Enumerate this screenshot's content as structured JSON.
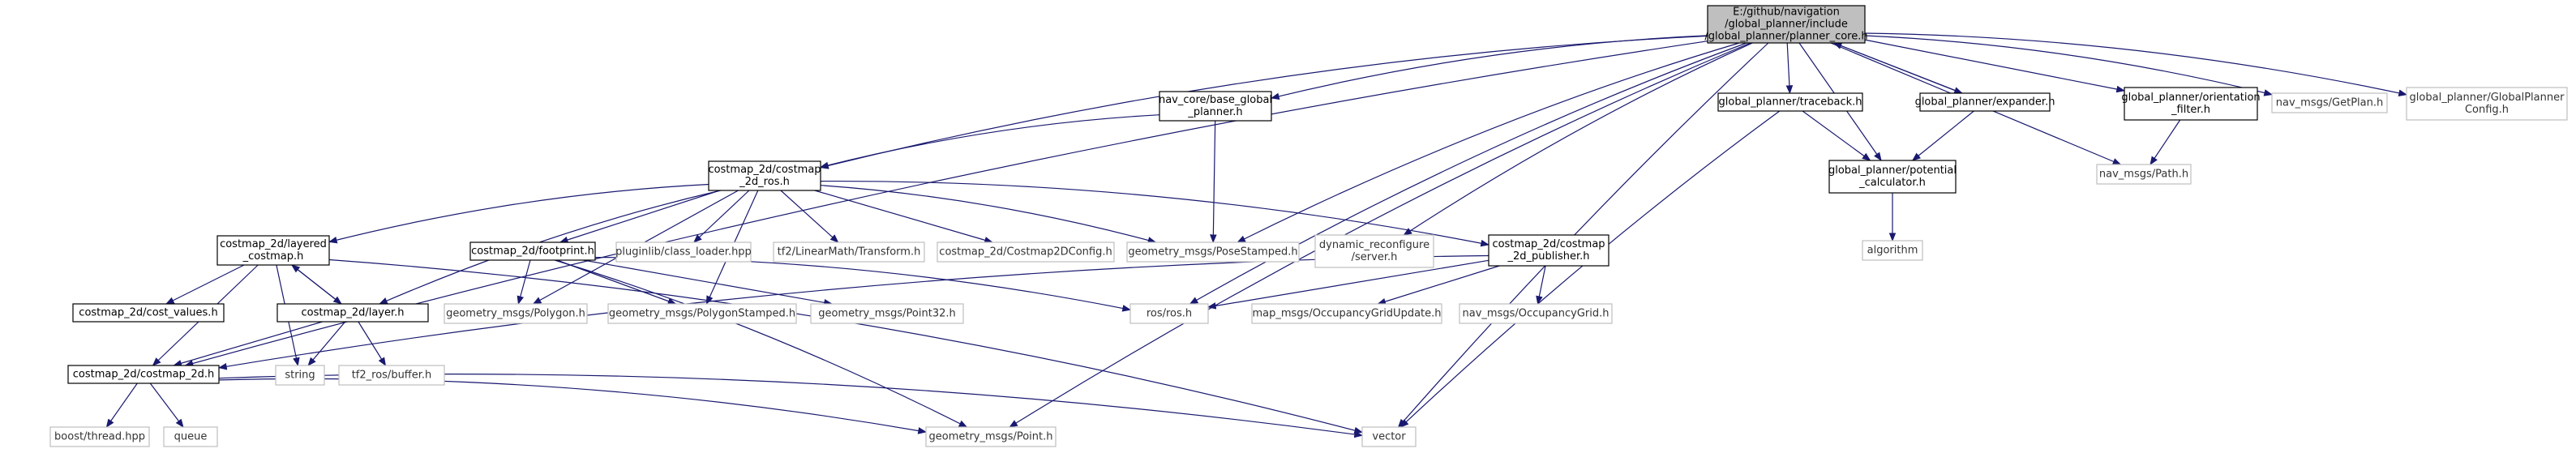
{
  "graph": {
    "edge_color": "#191970",
    "nodes": [
      {
        "id": "root",
        "lines": [
          "E:/github/navigation",
          "/global_planner/include",
          "/global_planner/planner_core.h"
        ],
        "kind": "root"
      },
      {
        "id": "base_global_planner",
        "lines": [
          "nav_core/base_global",
          "_planner.h"
        ],
        "kind": "local"
      },
      {
        "id": "costmap_2d_ros",
        "lines": [
          "costmap_2d/costmap",
          "_2d_ros.h"
        ],
        "kind": "local"
      },
      {
        "id": "layered_costmap",
        "lines": [
          "costmap_2d/layered",
          "_costmap.h"
        ],
        "kind": "local"
      },
      {
        "id": "cost_values",
        "lines": [
          "costmap_2d/cost_values.h"
        ],
        "kind": "local"
      },
      {
        "id": "layer",
        "lines": [
          "costmap_2d/layer.h"
        ],
        "kind": "local"
      },
      {
        "id": "costmap_2d",
        "lines": [
          "costmap_2d/costmap_2d.h"
        ],
        "kind": "local"
      },
      {
        "id": "footprint",
        "lines": [
          "costmap_2d/footprint.h"
        ],
        "kind": "local"
      },
      {
        "id": "costmap_publisher",
        "lines": [
          "costmap_2d/costmap",
          "_2d_publisher.h"
        ],
        "kind": "local"
      },
      {
        "id": "traceback",
        "lines": [
          "global_planner/traceback.h"
        ],
        "kind": "local"
      },
      {
        "id": "expander",
        "lines": [
          "global_planner/expander.h"
        ],
        "kind": "local"
      },
      {
        "id": "potential_calculator",
        "lines": [
          "global_planner/potential",
          "_calculator.h"
        ],
        "kind": "local"
      },
      {
        "id": "orientation_filter",
        "lines": [
          "global_planner/orientation",
          "_filter.h"
        ],
        "kind": "local"
      },
      {
        "id": "boost_thread",
        "lines": [
          "boost/thread.hpp"
        ],
        "kind": "sys"
      },
      {
        "id": "queue",
        "lines": [
          "queue"
        ],
        "kind": "sys"
      },
      {
        "id": "string",
        "lines": [
          "string"
        ],
        "kind": "sys"
      },
      {
        "id": "tf2_buffer",
        "lines": [
          "tf2_ros/buffer.h"
        ],
        "kind": "sys"
      },
      {
        "id": "geom_polygon",
        "lines": [
          "geometry_msgs/Polygon.h"
        ],
        "kind": "sys"
      },
      {
        "id": "geom_polygon_stamped",
        "lines": [
          "geometry_msgs/PolygonStamped.h"
        ],
        "kind": "sys"
      },
      {
        "id": "geom_point32",
        "lines": [
          "geometry_msgs/Point32.h"
        ],
        "kind": "sys"
      },
      {
        "id": "pluginlib",
        "lines": [
          "pluginlib/class_loader.hpp"
        ],
        "kind": "sys"
      },
      {
        "id": "tf2_transform",
        "lines": [
          "tf2/LinearMath/Transform.h"
        ],
        "kind": "sys"
      },
      {
        "id": "costmap2dconfig",
        "lines": [
          "costmap_2d/Costmap2DConfig.h"
        ],
        "kind": "sys"
      },
      {
        "id": "geom_pose_stamped",
        "lines": [
          "geometry_msgs/PoseStamped.h"
        ],
        "kind": "sys"
      },
      {
        "id": "dyn_reconf",
        "lines": [
          "dynamic_reconfigure",
          "/server.h"
        ],
        "kind": "sys"
      },
      {
        "id": "ros_ros",
        "lines": [
          "ros/ros.h"
        ],
        "kind": "sys"
      },
      {
        "id": "occ_grid_update",
        "lines": [
          "map_msgs/OccupancyGridUpdate.h"
        ],
        "kind": "sys"
      },
      {
        "id": "occ_grid",
        "lines": [
          "nav_msgs/OccupancyGrid.h"
        ],
        "kind": "sys"
      },
      {
        "id": "geom_point",
        "lines": [
          "geometry_msgs/Point.h"
        ],
        "kind": "sys"
      },
      {
        "id": "vector",
        "lines": [
          "vector"
        ],
        "kind": "sys"
      },
      {
        "id": "algorithm",
        "lines": [
          "algorithm"
        ],
        "kind": "sys"
      },
      {
        "id": "nav_path",
        "lines": [
          "nav_msgs/Path.h"
        ],
        "kind": "sys"
      },
      {
        "id": "get_plan",
        "lines": [
          "nav_msgs/GetPlan.h"
        ],
        "kind": "sys"
      },
      {
        "id": "gp_config",
        "lines": [
          "global_planner/GlobalPlanner",
          "Config.h"
        ],
        "kind": "sys"
      }
    ],
    "edges": [
      [
        "root",
        "base_global_planner"
      ],
      [
        "root",
        "costmap_2d_ros"
      ],
      [
        "root",
        "costmap_2d"
      ],
      [
        "root",
        "geom_pose_stamped"
      ],
      [
        "root",
        "dyn_reconf"
      ],
      [
        "root",
        "ros_ros"
      ],
      [
        "root",
        "geom_point"
      ],
      [
        "root",
        "vector"
      ],
      [
        "root",
        "traceback"
      ],
      [
        "root",
        "expander"
      ],
      [
        "root",
        "potential_calculator"
      ],
      [
        "root",
        "orientation_filter"
      ],
      [
        "root",
        "nav_path"
      ],
      [
        "root",
        "get_plan"
      ],
      [
        "root",
        "gp_config"
      ],
      [
        "base_global_planner",
        "costmap_2d_ros"
      ],
      [
        "base_global_planner",
        "geom_pose_stamped"
      ],
      [
        "costmap_2d_ros",
        "layered_costmap"
      ],
      [
        "costmap_2d_ros",
        "layer"
      ],
      [
        "costmap_2d_ros",
        "footprint"
      ],
      [
        "costmap_2d_ros",
        "pluginlib"
      ],
      [
        "costmap_2d_ros",
        "tf2_transform"
      ],
      [
        "costmap_2d_ros",
        "costmap2dconfig"
      ],
      [
        "costmap_2d_ros",
        "geom_pose_stamped"
      ],
      [
        "costmap_2d_ros",
        "costmap_publisher"
      ],
      [
        "costmap_2d_ros",
        "geom_polygon"
      ],
      [
        "costmap_2d_ros",
        "geom_polygon_stamped"
      ],
      [
        "layered_costmap",
        "cost_values"
      ],
      [
        "layered_costmap",
        "layer"
      ],
      [
        "layered_costmap",
        "costmap_2d"
      ],
      [
        "layered_costmap",
        "string"
      ],
      [
        "layered_costmap",
        "vector"
      ],
      [
        "layer",
        "costmap_2d"
      ],
      [
        "layer",
        "layered_costmap"
      ],
      [
        "layer",
        "string"
      ],
      [
        "layer",
        "tf2_buffer"
      ],
      [
        "costmap_2d",
        "boost_thread"
      ],
      [
        "costmap_2d",
        "queue"
      ],
      [
        "costmap_2d",
        "geom_point"
      ],
      [
        "costmap_2d",
        "vector"
      ],
      [
        "footprint",
        "geom_polygon"
      ],
      [
        "footprint",
        "geom_polygon_stamped"
      ],
      [
        "footprint",
        "geom_point32"
      ],
      [
        "footprint",
        "ros_ros"
      ],
      [
        "footprint",
        "geom_point"
      ],
      [
        "costmap_publisher",
        "ros_ros"
      ],
      [
        "costmap_publisher",
        "costmap_2d"
      ],
      [
        "costmap_publisher",
        "occ_grid_update"
      ],
      [
        "costmap_publisher",
        "occ_grid"
      ],
      [
        "traceback",
        "potential_calculator"
      ],
      [
        "traceback",
        "vector"
      ],
      [
        "expander",
        "potential_calculator"
      ],
      [
        "expander",
        "root"
      ],
      [
        "potential_calculator",
        "algorithm"
      ],
      [
        "orientation_filter",
        "nav_path"
      ]
    ]
  }
}
